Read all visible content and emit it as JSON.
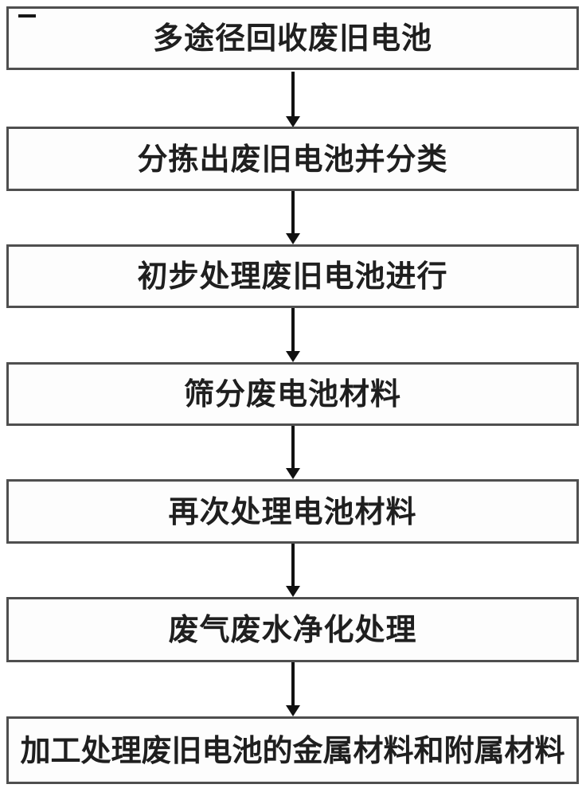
{
  "flowchart": {
    "type": "vertical-process-flow",
    "steps": [
      {
        "label": "多途径回收废旧电池"
      },
      {
        "label": "分拣出废旧电池并分类"
      },
      {
        "label": "初步处理废旧电池进行"
      },
      {
        "label": "筛分废电池材料"
      },
      {
        "label": "再次处理电池材料"
      },
      {
        "label": "废气废水净化处理"
      },
      {
        "label": "加工处理废旧电池的金属材料和附属材料"
      }
    ],
    "connector": "arrow-down",
    "colors": {
      "box_border": "#4f4f4f",
      "box_fill": "#fdfdfd",
      "text": "#1f1f1f",
      "arrow": "#111111",
      "background": "#ffffff"
    }
  }
}
